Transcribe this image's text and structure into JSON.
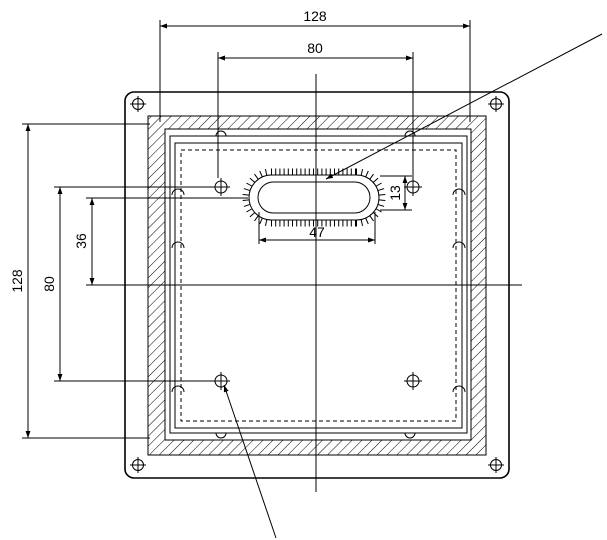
{
  "dimensions": {
    "outer_width": "128",
    "hole_spacing_x": "80",
    "outer_height": "128",
    "hole_spacing_y": "80",
    "slot_offset": "36",
    "slot_height": "13",
    "slot_width": "47"
  },
  "colors": {
    "line": "#000000",
    "background": "#ffffff"
  }
}
